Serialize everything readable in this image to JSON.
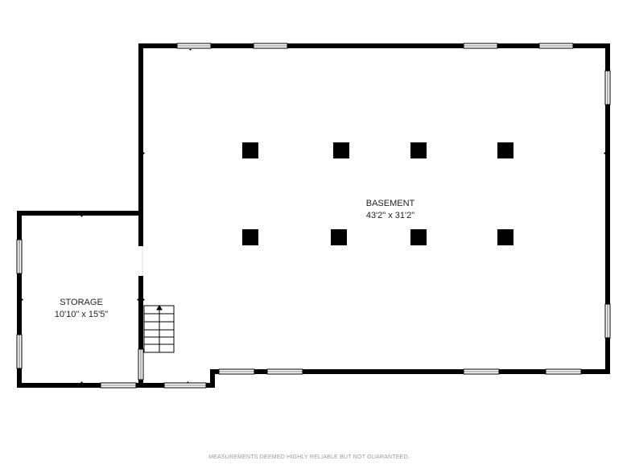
{
  "rooms": {
    "basement": {
      "name": "BASEMENT",
      "dimensions": "43'2\" x 31'2\""
    },
    "storage": {
      "name": "STORAGE",
      "dimensions": "10'10\" x 15'5\""
    }
  },
  "disclaimer": "MEASUREMENTS DEEMED HIGHLY RELIABLE BUT NOT GUARANTEED.",
  "colors": {
    "wall": "#000000",
    "background": "#ffffff",
    "window": "#ffffff",
    "text": "#222222",
    "disclaimer": "#9a9a9a"
  },
  "icons": [
    "stair-icon",
    "column-icon",
    "window-icon"
  ]
}
